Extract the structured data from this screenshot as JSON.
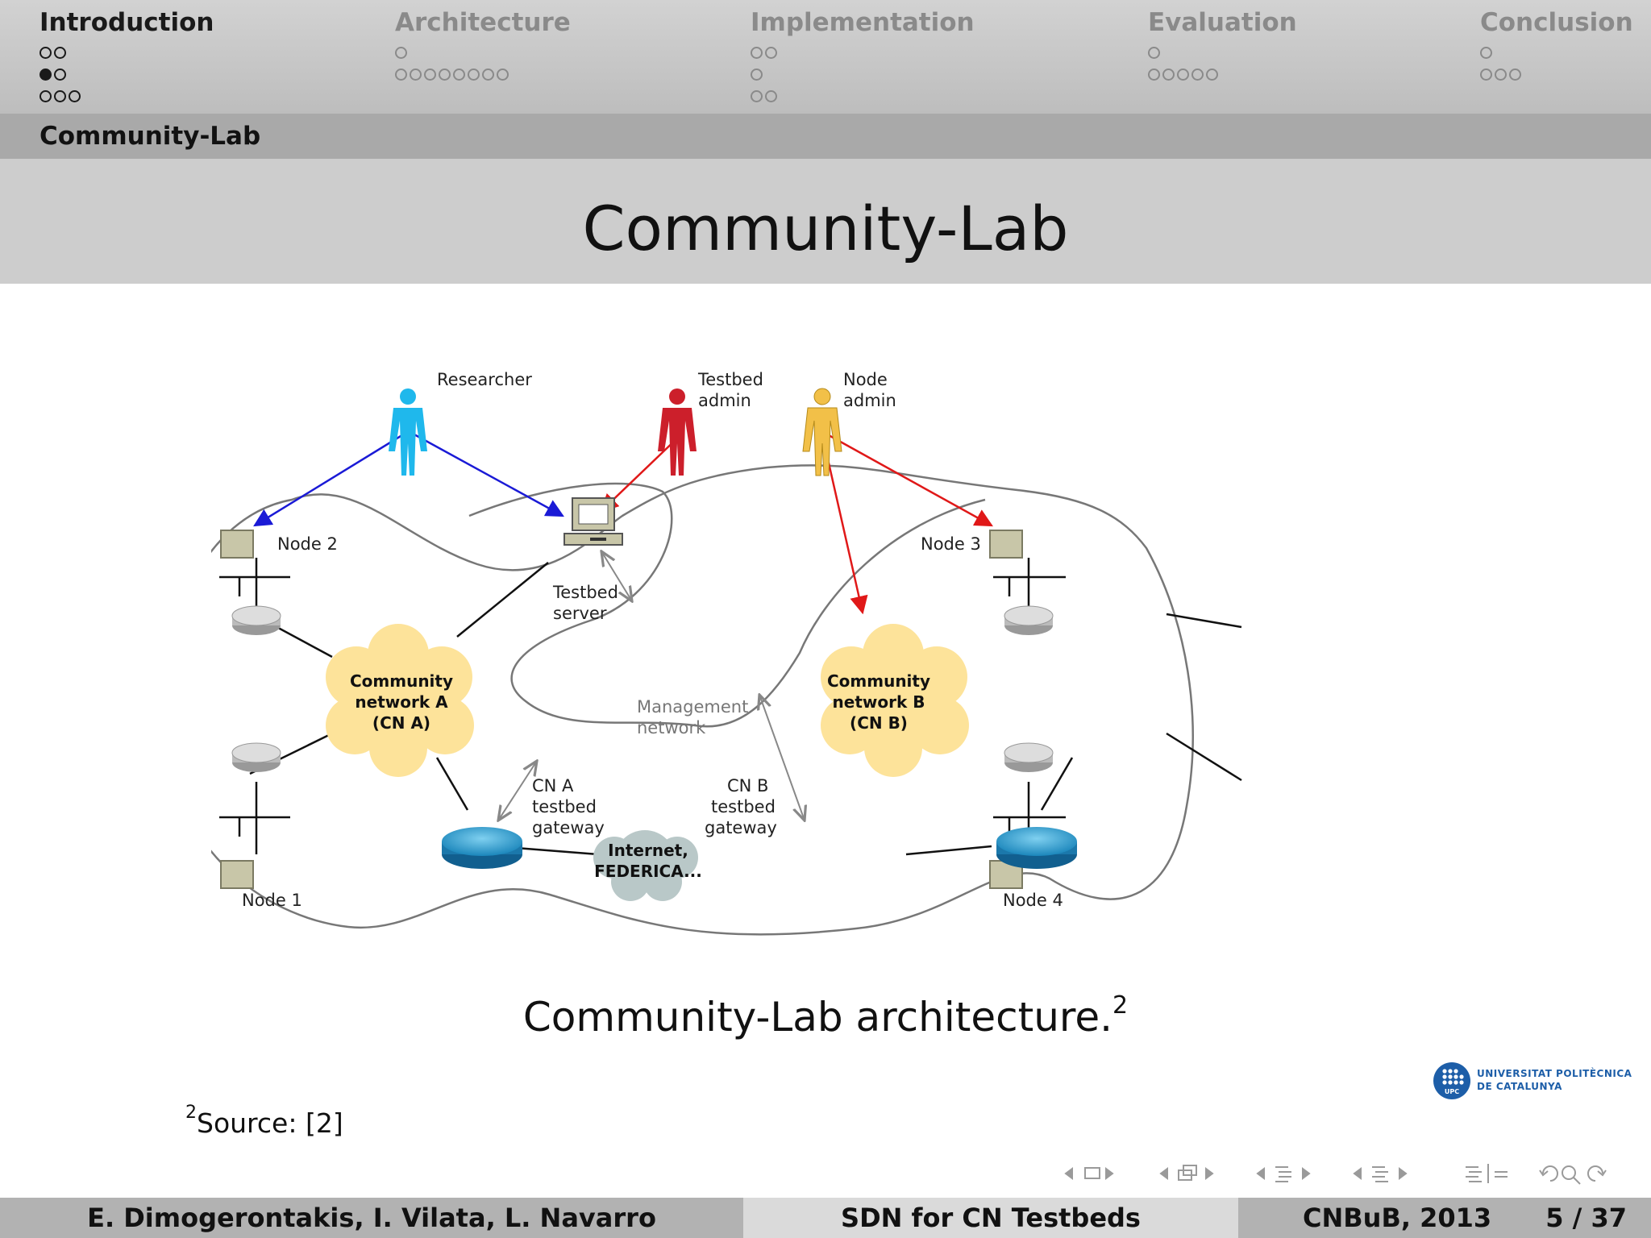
{
  "nav": {
    "sections": [
      {
        "title": "Introduction",
        "active": true,
        "rows": [
          [
            0,
            0
          ],
          [
            1,
            0
          ],
          [
            0,
            0,
            0
          ]
        ]
      },
      {
        "title": "Architecture",
        "active": false,
        "rows": [
          [
            0
          ],
          [
            0,
            0,
            0,
            0,
            0,
            0,
            0,
            0
          ]
        ]
      },
      {
        "title": "Implementation",
        "active": false,
        "rows": [
          [
            0,
            0
          ],
          [
            0
          ],
          [
            0,
            0
          ]
        ]
      },
      {
        "title": "Evaluation",
        "active": false,
        "rows": [
          [
            0
          ],
          [
            0,
            0,
            0,
            0,
            0
          ]
        ]
      },
      {
        "title": "Conclusion",
        "active": false,
        "rows": [
          [
            0
          ],
          [
            0,
            0,
            0
          ]
        ]
      }
    ],
    "subsection": "Community-Lab"
  },
  "frame": {
    "title": "Community-Lab"
  },
  "diagram": {
    "labels": {
      "researcher": "Researcher",
      "testbed_admin_1": "Testbed",
      "testbed_admin_2": "admin",
      "node_admin_1": "Node",
      "node_admin_2": "admin",
      "node1": "Node 1",
      "node2": "Node 2",
      "node3": "Node 3",
      "node4": "Node 4",
      "testbed_server_1": "Testbed",
      "testbed_server_2": "server",
      "cna_1": "Community",
      "cna_2": "network A",
      "cna_3": "(CN A)",
      "cnb_1": "Community",
      "cnb_2": "network B",
      "cnb_3": "(CN B)",
      "mgmt_1": "Management",
      "mgmt_2": "network",
      "gwa_1": "CN A",
      "gwa_2": "testbed",
      "gwa_3": "gateway",
      "gwb_1": "CN B",
      "gwb_2": "testbed",
      "gwb_3": "gateway",
      "internet_1": "Internet,",
      "internet_2": "FEDERICA..."
    },
    "colors": {
      "researcher": "#1fb8ec",
      "testbed_admin": "#cc1f2b",
      "node_admin": "#f2c048",
      "blue_arrow": "#1a1ad6",
      "red_arrow": "#e01818",
      "cloud": "#fde39a",
      "internet_cloud": "#b9c8c8",
      "gateway": "#2a8fc0"
    }
  },
  "caption": {
    "text": "Community-Lab architecture.",
    "mark": "2"
  },
  "footnote": {
    "mark": "2",
    "text": "Source:  [2]"
  },
  "logo": {
    "line1": "UNIVERSITAT POLITÈCNICA",
    "line2": "DE CATALUNYA",
    "badge": "UPC"
  },
  "footer": {
    "authors": "E. Dimogerontakis, I. Vilata, L. Navarro",
    "title": "SDN for CN Testbeds",
    "conference": "CNBuB, 2013",
    "page": "5 / 37"
  }
}
